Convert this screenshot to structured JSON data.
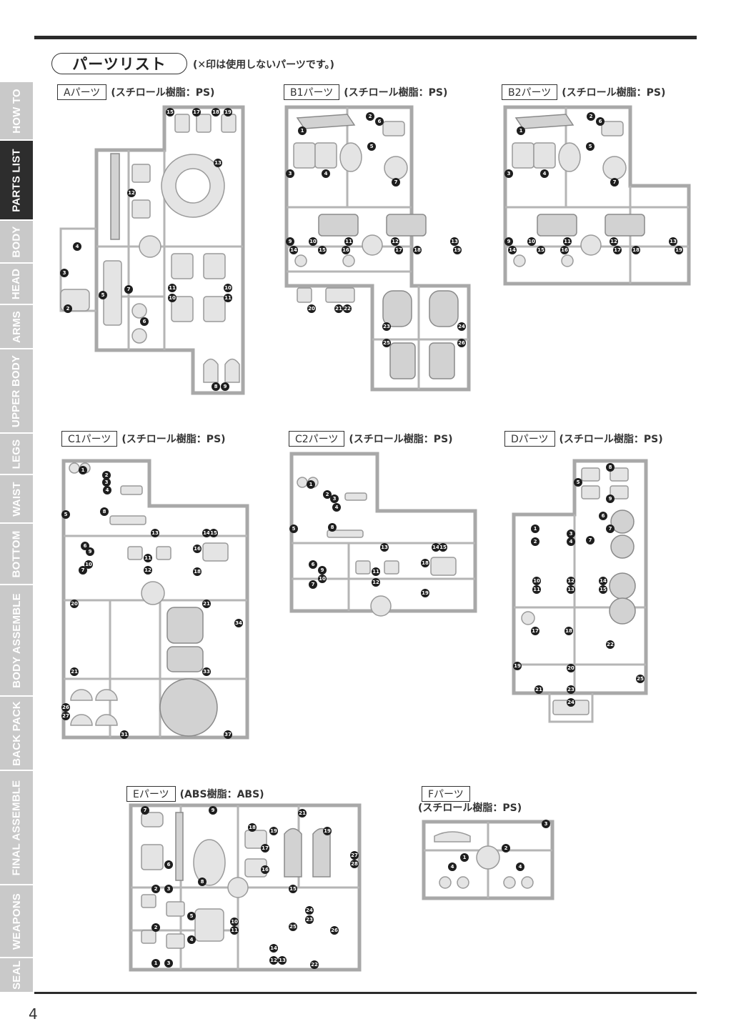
{
  "page": {
    "title": "パーツリスト",
    "note": "(✕印は使用しないパーツです。)",
    "page_number": "4"
  },
  "sidebar": {
    "tabs": [
      {
        "label": "HOW TO",
        "active": false
      },
      {
        "label": "PARTS LIST",
        "active": true
      },
      {
        "label": "BODY",
        "active": false
      },
      {
        "label": "HEAD",
        "active": false
      },
      {
        "label": "ARMS",
        "active": false
      },
      {
        "label": "UPPER BODY",
        "active": false
      },
      {
        "label": "LEGS",
        "active": false
      },
      {
        "label": "WAIST",
        "active": false
      },
      {
        "label": "BOTTOM",
        "active": false
      },
      {
        "label": "BODY ASSEMBLE",
        "active": false
      },
      {
        "label": "BACK PACK",
        "active": false
      },
      {
        "label": "FINAL ASSEMBLE",
        "active": false
      },
      {
        "label": "WEAPONS",
        "active": false
      },
      {
        "label": "SEAL",
        "active": false
      }
    ]
  },
  "runners": {
    "A": {
      "code": "Aパーツ",
      "material": "(スチロール樹脂：PS)"
    },
    "B1": {
      "code": "B1パーツ",
      "material": "(スチロール樹脂：PS)"
    },
    "B2": {
      "code": "B2パーツ",
      "material": "(スチロール樹脂：PS)"
    },
    "C1": {
      "code": "C1パーツ",
      "material": "(スチロール樹脂：PS)"
    },
    "C2": {
      "code": "C2パーツ",
      "material": "(スチロール樹脂：PS)"
    },
    "D": {
      "code": "Dパーツ",
      "material": "(スチロール樹脂：PS)"
    },
    "E": {
      "code": "Eパーツ",
      "material": "(ABS樹脂：ABS)"
    },
    "F": {
      "code": "Fパーツ",
      "material": "(スチロール樹脂：PS)"
    }
  }
}
